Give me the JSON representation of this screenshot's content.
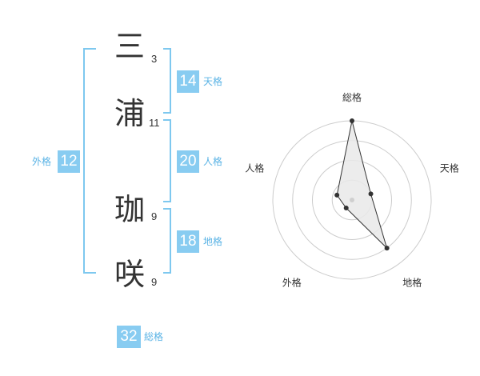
{
  "name": {
    "chars": [
      {
        "char": "三",
        "strokes": "3"
      },
      {
        "char": "浦",
        "strokes": "11"
      },
      {
        "char": "珈",
        "strokes": "9"
      },
      {
        "char": "咲",
        "strokes": "9"
      }
    ]
  },
  "fortune": {
    "tenkaku": {
      "value": "14",
      "label": "天格"
    },
    "jinkaku": {
      "value": "20",
      "label": "人格"
    },
    "chikaku": {
      "value": "18",
      "label": "地格"
    },
    "gaikaku": {
      "value": "12",
      "label": "外格"
    },
    "soukaku": {
      "value": "32",
      "label": "総格"
    }
  },
  "colors": {
    "accent": "#88ccf1",
    "bracket": "#7ec8ef",
    "label": "#5ab3e5"
  },
  "chart_data": {
    "type": "radar",
    "axes": [
      "総格",
      "天格",
      "地格",
      "外格",
      "人格"
    ],
    "values": [
      4,
      1,
      3,
      0.5,
      0.8
    ],
    "rmax": 4,
    "rings": 4
  }
}
